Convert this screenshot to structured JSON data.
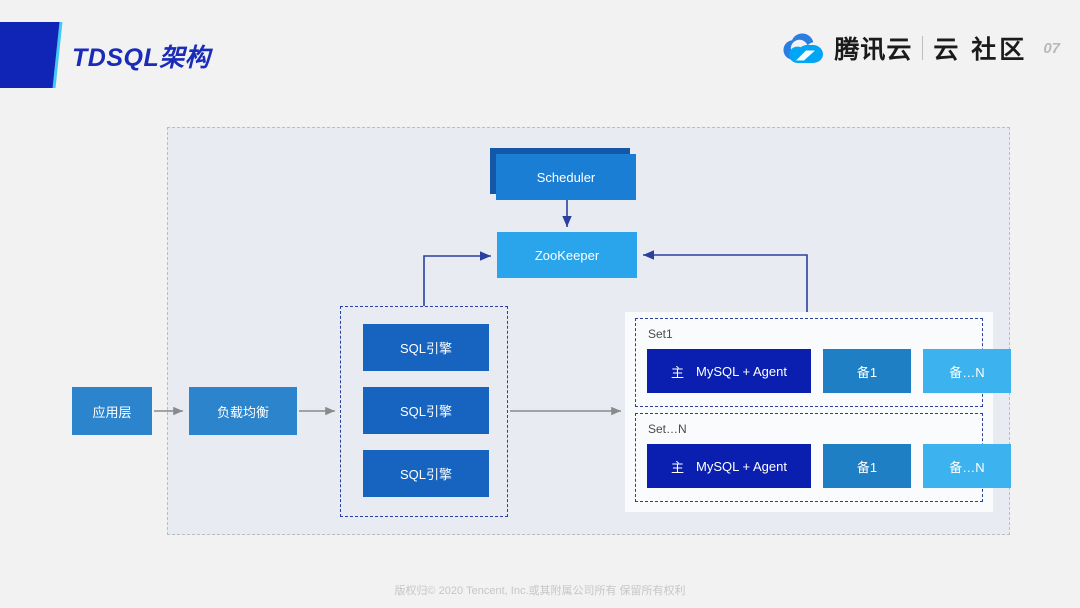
{
  "header": {
    "title": "TDSQL架构",
    "brand_name": "腾讯云",
    "brand_sub": "云 社区",
    "page_number": "07",
    "cloud_icon": "cloud-icon"
  },
  "diagram": {
    "scheduler": "Scheduler",
    "zookeeper": "ZooKeeper",
    "app_layer": "应用层",
    "load_balance": "负载均衡",
    "sql_engines": [
      "SQL引擎",
      "SQL引擎",
      "SQL引擎"
    ],
    "sets": [
      {
        "label": "Set1",
        "master_tag": "主",
        "master_name": "MySQL + Agent",
        "slave1": "备1",
        "slaveN": "备…N"
      },
      {
        "label": "Set…N",
        "master_tag": "主",
        "master_name": "MySQL + Agent",
        "slave1": "备1",
        "slaveN": "备…N"
      }
    ]
  },
  "colors": {
    "background": "#f2f2f2",
    "frame_fill": "#e8ecf2",
    "title_blue": "#1a2bb8",
    "corner_block": "#1024b5",
    "corner_edge": "#44c8f5",
    "scheduler_front": "#1a7fd4",
    "scheduler_back": "#1457a8",
    "zookeeper": "#2aa4ea",
    "sql_engine": "#1664c0",
    "app_box": "#2c84cc",
    "master": "#0a1fb0",
    "slave1": "#1f7fc4",
    "slaveN": "#3cb3ef",
    "wire_blue": "#2b3f9e",
    "wire_gray": "#8a8a8a",
    "dashed_border": "#2b3f9e"
  },
  "footer": {
    "copyright": "版权归© 2020 Tencent, Inc.或其附属公司所有 保留所有权利"
  }
}
